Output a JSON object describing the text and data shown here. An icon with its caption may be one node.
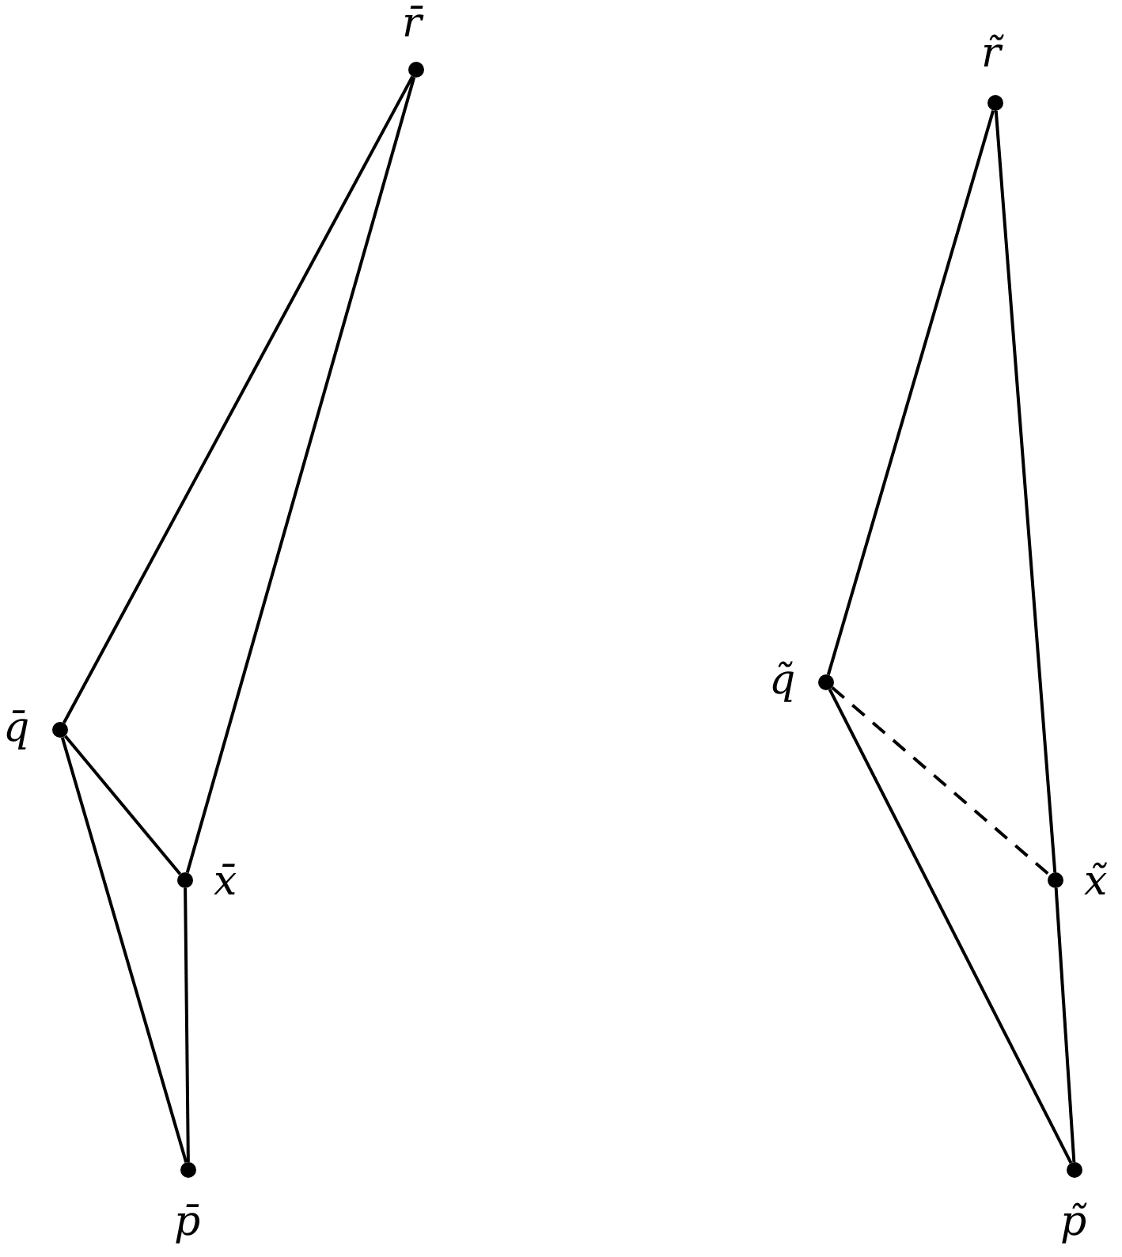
{
  "diagram": {
    "nodes": [
      {
        "text": [],
        "shape": "circle",
        "beside": [
          "r̄"
        ]
      },
      {
        "text": [],
        "shape": "circle",
        "beside": [
          "q̄"
        ]
      },
      {
        "text": [],
        "shape": "circle",
        "beside": [
          "x̄"
        ]
      },
      {
        "text": [],
        "shape": "circle",
        "beside": [
          "p̄"
        ]
      },
      {
        "text": [],
        "shape": "circle",
        "beside": [
          "r̃"
        ]
      },
      {
        "text": [],
        "shape": "circle",
        "beside": [
          "q̃"
        ]
      },
      {
        "text": [],
        "shape": "circle",
        "beside": [
          "x̃"
        ]
      },
      {
        "text": [],
        "shape": "circle",
        "beside": [
          "p̃"
        ]
      }
    ],
    "edges": [
      {
        "from": 0,
        "to": 1,
        "arrow": "none"
      },
      {
        "from": 0,
        "to": 2,
        "arrow": "none"
      },
      {
        "from": 1,
        "to": 2,
        "arrow": "none"
      },
      {
        "from": 1,
        "to": 3,
        "arrow": "none"
      },
      {
        "from": 2,
        "to": 3,
        "arrow": "none"
      },
      {
        "from": 4,
        "to": 5,
        "arrow": "none"
      },
      {
        "from": 4,
        "to": 6,
        "arrow": "none"
      },
      {
        "from": 6,
        "to": 7,
        "arrow": "none"
      },
      {
        "from": 5,
        "to": 7,
        "arrow": "none"
      },
      {
        "from": 5,
        "to": 6,
        "arrow": "none",
        "style": "dashed"
      }
    ]
  }
}
